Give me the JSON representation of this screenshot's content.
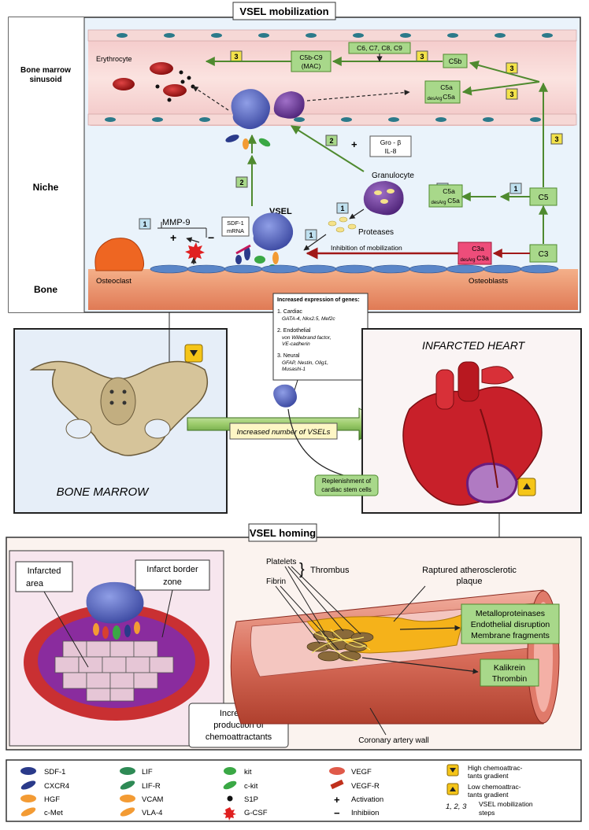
{
  "mobilization": {
    "title": "VSEL mobilization",
    "zones": {
      "sinusoid_line1": "Bone marrow",
      "sinusoid_line2": "sinusoid",
      "niche": "Niche",
      "bone": "Bone"
    },
    "labels": {
      "erythrocyte": "Erythrocyte",
      "mac_line1": "C5b-C9",
      "mac_line2": "(MAC)",
      "c6c9": "C6, C7, C8, C9",
      "c5b": "C5b",
      "c5a_top_desarg": "desArg",
      "c5a_top_1": "C5a",
      "c5a_top_2": "C5a",
      "gro_line1": "Gro - β",
      "gro_line2": "IL-8",
      "granulocyte": "Granulocyte",
      "c5a_mid_1": "C5a",
      "c5a_mid_desarg": "desArg",
      "c5a_mid_2": "C5a",
      "c5": "C5",
      "vsel": "VSEL",
      "mmp9": "MMP-9",
      "sdf_line1": "SDF-1",
      "sdf_line2": "mRNA",
      "proteases": "Proteases",
      "c3a_1": "C3a",
      "c3a_desarg": "desArg",
      "c3a_2": "C3a",
      "c3": "C3",
      "inhibition": "Inhibition of mobilization",
      "osteoclast": "Osteoclast",
      "osteoblasts": "Osteoblasts",
      "plus": "+",
      "minus": "−"
    },
    "steps": {
      "s3": "3",
      "s2": "2",
      "s1": "1"
    }
  },
  "genes": {
    "title": "Increased expression of genes:",
    "cardiac_head": "1. Cardiac",
    "cardiac_genes": "GATA-4, Nkx2.5, Mef2c",
    "endo_head": "2. Endothelial",
    "endo_genes_1": "von Willebrand factor,",
    "endo_genes_2": "VE-cadherin",
    "neural_head": "3. Neural",
    "neural_genes_1": "GFAP, Nestin, Olig1,",
    "neural_genes_2": "Musashi-1"
  },
  "middle": {
    "bone_marrow": "BONE MARROW",
    "infarcted_heart": "INFARCTED HEART",
    "increased_vsels": "Increased number of VSELs",
    "replenish_1": "Replenishment of",
    "replenish_2": "cardiac stem cells"
  },
  "homing": {
    "title": "VSEL homing",
    "infarcted_1": "Infarcted",
    "infarcted_2": "area",
    "border_1": "Infarct border",
    "border_2": "zone",
    "chemo_1": "Increased",
    "chemo_2": "production of",
    "chemo_3": "chemoattractants",
    "platelets": "Platelets",
    "thrombus": "Thrombus",
    "fibrin": "Fibrin",
    "raptured_1": "Raptured atherosclerotic",
    "raptured_2": "plaque",
    "metallo_1": "Metalloproteinases",
    "metallo_2": "Endothelial disruption",
    "metallo_3": "Membrane fragments",
    "kalik_1": "Kalikrein",
    "kalik_2": "Thrombin",
    "coronary": "Coronary artery wall"
  },
  "legend": {
    "sdf1": "SDF-1",
    "cxcr4": "CXCR4",
    "hgf": "HGF",
    "cmet": "c-Met",
    "lif": "LIF",
    "lifr": "LIF-R",
    "vcam": "VCAM",
    "vla4": "VLA-4",
    "kit": "kit",
    "ckit": "c-kit",
    "s1p": "S1P",
    "gcsf": "G-CSF",
    "vegf": "VEGF",
    "vegfr": "VEGF-R",
    "activation": "Activation",
    "inhibition": "Inhibiion",
    "high_1": "High chemoattrac-",
    "high_2": "tants gradient",
    "low_1": "Low chemoattrac-",
    "low_2": "tants gradient",
    "steps_num": "1, 2, 3",
    "steps_1": "VSEL mobilization",
    "steps_2": "steps"
  },
  "colors": {
    "green_box": "#a8d88a",
    "green_border": "#4f8a2f",
    "yellow_step": "#f3e24a",
    "blue_step": "#bfe0ef",
    "vsel_blue": "#5566bb",
    "heart_red": "#c8202a",
    "infarct_purple": "#8a2c9e",
    "bone_orange": "#e8875a"
  }
}
